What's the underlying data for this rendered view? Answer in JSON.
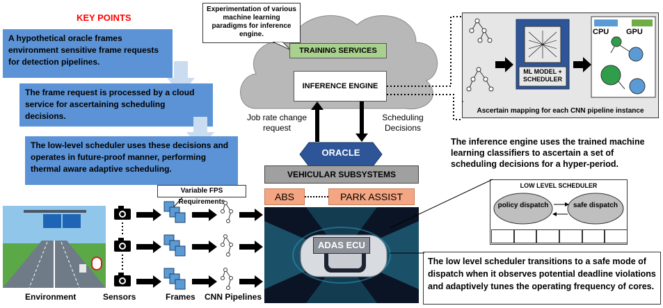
{
  "key_points": {
    "title": "KEY POINTS",
    "points": [
      "A hypothetical oracle frames environment sensitive frame requests for detection pipelines.",
      "The frame request is processed by a cloud service for ascertaining scheduling decisions.",
      "The low-level scheduler uses these decisions and operates in future-proof manner, performing thermal aware adaptive scheduling."
    ]
  },
  "cloud": {
    "callout": "Experimentation of various machine learning paradigms for inference engine.",
    "training_services": "TRAINING SERVICES",
    "inference_engine": "INFERENCE ENGINE"
  },
  "arrows": {
    "job_rate": "Job rate change request",
    "scheduling_decisions": "Scheduling Decisions"
  },
  "oracle": "ORACLE",
  "vehicular_subsystems": "VEHICULAR SUBSYSTEMS",
  "abs": "ABS",
  "park_assist": "PARK ASSIST",
  "adas_ecu": "ADAS ECU",
  "ml_panel": {
    "model_label": "ML MODEL + SCHEDULER",
    "cpu": "CPU",
    "gpu": "GPU",
    "caption": "Ascertain mapping for each CNN pipeline instance"
  },
  "inference_note": "The inference engine uses the trained machine learning classifiers to ascertain a set of scheduling decisions  for a hyper-period.",
  "low_level_scheduler": {
    "title": "LOW LEVEL SCHEDULER",
    "policy": "policy dispatch",
    "safe": "safe dispatch"
  },
  "scheduler_note": "The low level scheduler transitions to a safe mode of dispatch when it observes potential deadline violations and adaptively tunes the operating frequency of cores.",
  "variable_fps": "Variable FPS Requirements",
  "bottom_labels": {
    "environment": "Environment",
    "sensors": "Sensors",
    "frames": "Frames",
    "cnn": "CNN Pipelines"
  },
  "colors": {
    "key_points_red": "#ff0000",
    "blue_box": "#5b93d6",
    "training_green": "#a9d08e",
    "oracle_blue": "#2e5597",
    "salmon": "#f4a582",
    "gray_bar": "#a0a0a0"
  }
}
